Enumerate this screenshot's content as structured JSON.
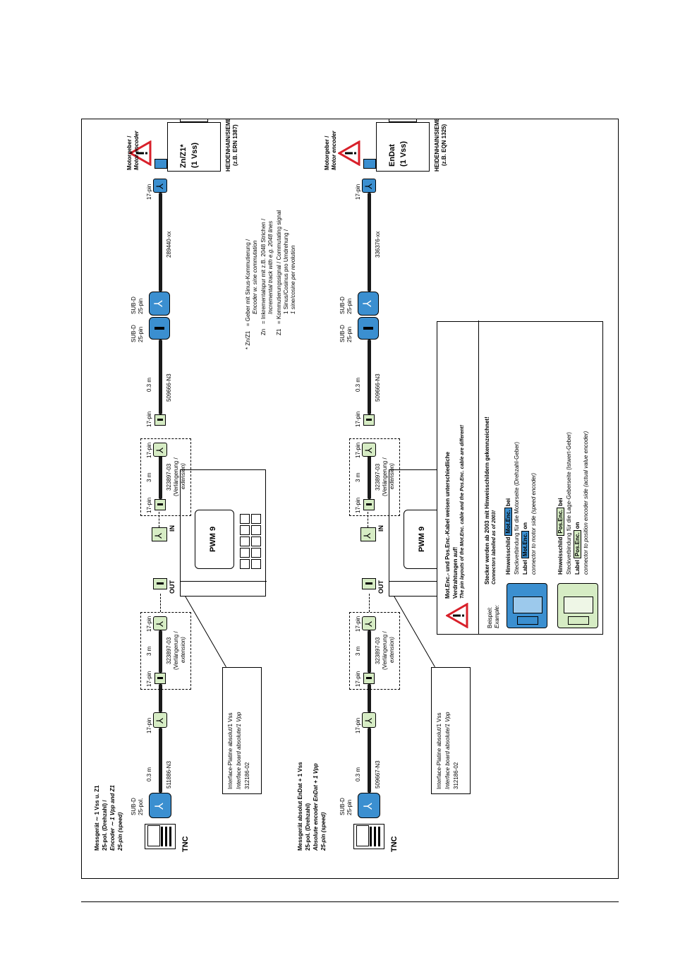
{
  "colors": {
    "connector_blue": "#3b8fd0",
    "connector_green": "#d6ecc4",
    "warning_red": "#d8202a",
    "ink": "#000000"
  },
  "top": {
    "title": [
      "Messgerät ∼ 1 Vss u. Z1",
      "25-pol. (Drehzahl) /"
    ],
    "title_en": [
      "Encoder ∼ 1 Vpp and Z1",
      "25-pin (speed)"
    ],
    "tnc": "TNC",
    "subd_tnc": [
      "SUB-D",
      "25-pol."
    ],
    "len_1": "0.3 m",
    "cable_1": "511886-N3",
    "pin": "17-pin",
    "len_3m": "3 m",
    "ext_id": "323897-03",
    "ext_de": "(Verlängerung /",
    "ext_en": "extension)",
    "iface": [
      "Interface-Platine absolut/1 Vss",
      "Interface board absolute/1 Vpp",
      "312186-02"
    ],
    "pwm": "PWM 9",
    "out": "OUT",
    "in": "IN",
    "cable_2": "509666-N3",
    "subd_a": [
      "SUB-D",
      "25-pin"
    ],
    "subd_b": [
      "SUB-D",
      "25-pin"
    ],
    "cable_3": "289440-xx",
    "encoder_label": [
      "Zn/Z1*",
      "(1 Vss)"
    ],
    "maker": [
      "HEIDENHAIN/SIEMENS",
      "(z.B. ERN 1387)"
    ],
    "motorgeber": [
      "Motorgeber /",
      "Motor encoder"
    ],
    "footnote": [
      "* Zn/Z1   = Geber mit Sinus-Kommutierung /",
      "Encoder w. sine commutation",
      "Zn   = Inkrementalspur mit z.B. 2048 Strichen /",
      "Incremental track with e.g. 2048 lines",
      "Z1   = Kommutierungssignal / Commutating signal",
      "1 Sinus/Cosinus pro Umdrehung /",
      "1 sine/cosine per revolution"
    ]
  },
  "bottom": {
    "title": [
      "Messgerät absolut EnDat + 1 Vss",
      "25-pol. (Drehzahl)"
    ],
    "title_en": [
      "Absolute encoder EnDat + 1 Vpp",
      "25-pin (speed)"
    ],
    "tnc": "TNC",
    "subd_tnc": [
      "SUB-D",
      "25-pin"
    ],
    "len_1": "0.3 m",
    "cable_1": "509667-N3",
    "pin": "17-pin",
    "len_3m": "3 m",
    "ext_id": "323897-03",
    "ext_de": "(Verlängerung /",
    "ext_en": "extension)",
    "iface": [
      "Interface-Platine absolut/1 Vss",
      "Interface board absolute/1 Vpp",
      "312186-02"
    ],
    "pwm": "PWM 9",
    "out": "OUT",
    "in": "IN",
    "cable_2": "509666-N3",
    "subd_a": [
      "SUB-D",
      "25-pin"
    ],
    "subd_b": [
      "SUB-D",
      "25-pin"
    ],
    "cable_3": "336376-xx",
    "encoder_label": [
      "EnDat",
      "(1 Vss)"
    ],
    "maker": [
      "HEIDENHAIN/SIEMENS",
      "(z.B. EQN 1325)"
    ],
    "motorgeber": [
      "Motorgeber /",
      "Motor encoder"
    ]
  },
  "note": {
    "warn": [
      "Mot.Enc.- und Pos.Enc.-Kabel weisen unterschiedliche",
      "Verdrahtungen auf!",
      "The pin layouts of the Mot.Enc. cable and the Pos.Enc. cable are different!"
    ],
    "head": [
      "Stecker werden ab 2003 mit Hinweisschildern gekennzeichnet!",
      "Connectors labelled as of 2003!"
    ],
    "beispiel": [
      "Beispiel:",
      "Example:"
    ],
    "hinweis": "Hinweisschild",
    "label": "Label",
    "bei": "bei",
    "on": "on",
    "mot_tag": "Mot.Enc.",
    "pos_tag": "Pos.Enc.",
    "mot_de": "Steckverbindung für die Motorseite (Drehzahl-Geber)",
    "mot_en": "connector to motor side (speed encoder)",
    "pos_de": "Steckverbindung für die Lage-Geberseite (Istwert-Geber)",
    "pos_en": "connector to position encoder side (actual value encoder)"
  }
}
